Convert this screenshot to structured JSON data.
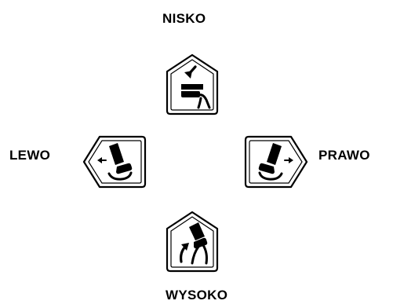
{
  "directions": {
    "top": "NISKO",
    "left": "LEWO",
    "right": "PRAWO",
    "bottom": "WYSOKO"
  },
  "icons": {
    "up": "chair-lower-icon",
    "left": "chair-rotate-left-icon",
    "right": "chair-rotate-right-icon",
    "down": "chair-raise-icon"
  },
  "colors": {
    "stroke": "#000000",
    "fill": "#ffffff"
  }
}
